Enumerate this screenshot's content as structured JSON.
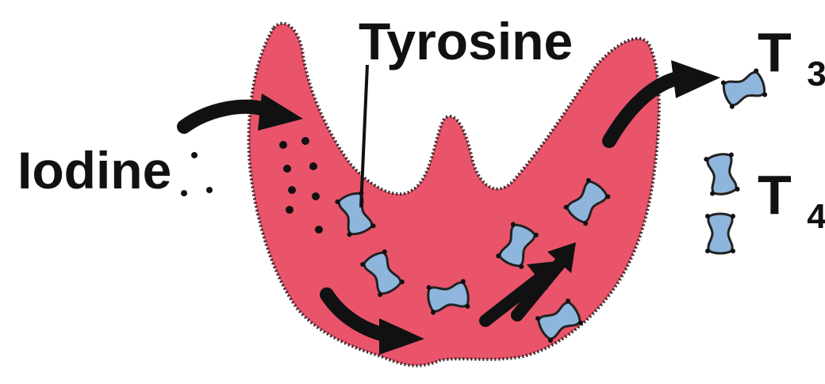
{
  "labels": {
    "iodine": "Iodine",
    "tyrosine": "Tyrosine",
    "t3": {
      "main": "T",
      "sub": "3"
    },
    "t4": {
      "main": "T",
      "sub": "4"
    }
  },
  "colors": {
    "gland": "#e9546a",
    "gland_outline": "#2b2b2b",
    "molecule": "#8eb6dc",
    "ink": "#111111",
    "background": "#ffffff"
  },
  "icons": {
    "gland": "thyroid-gland-shape",
    "molecule": "hormone-molecule-icon",
    "arrow": "curved-arrow-icon",
    "dot": "iodine-dot-icon"
  }
}
